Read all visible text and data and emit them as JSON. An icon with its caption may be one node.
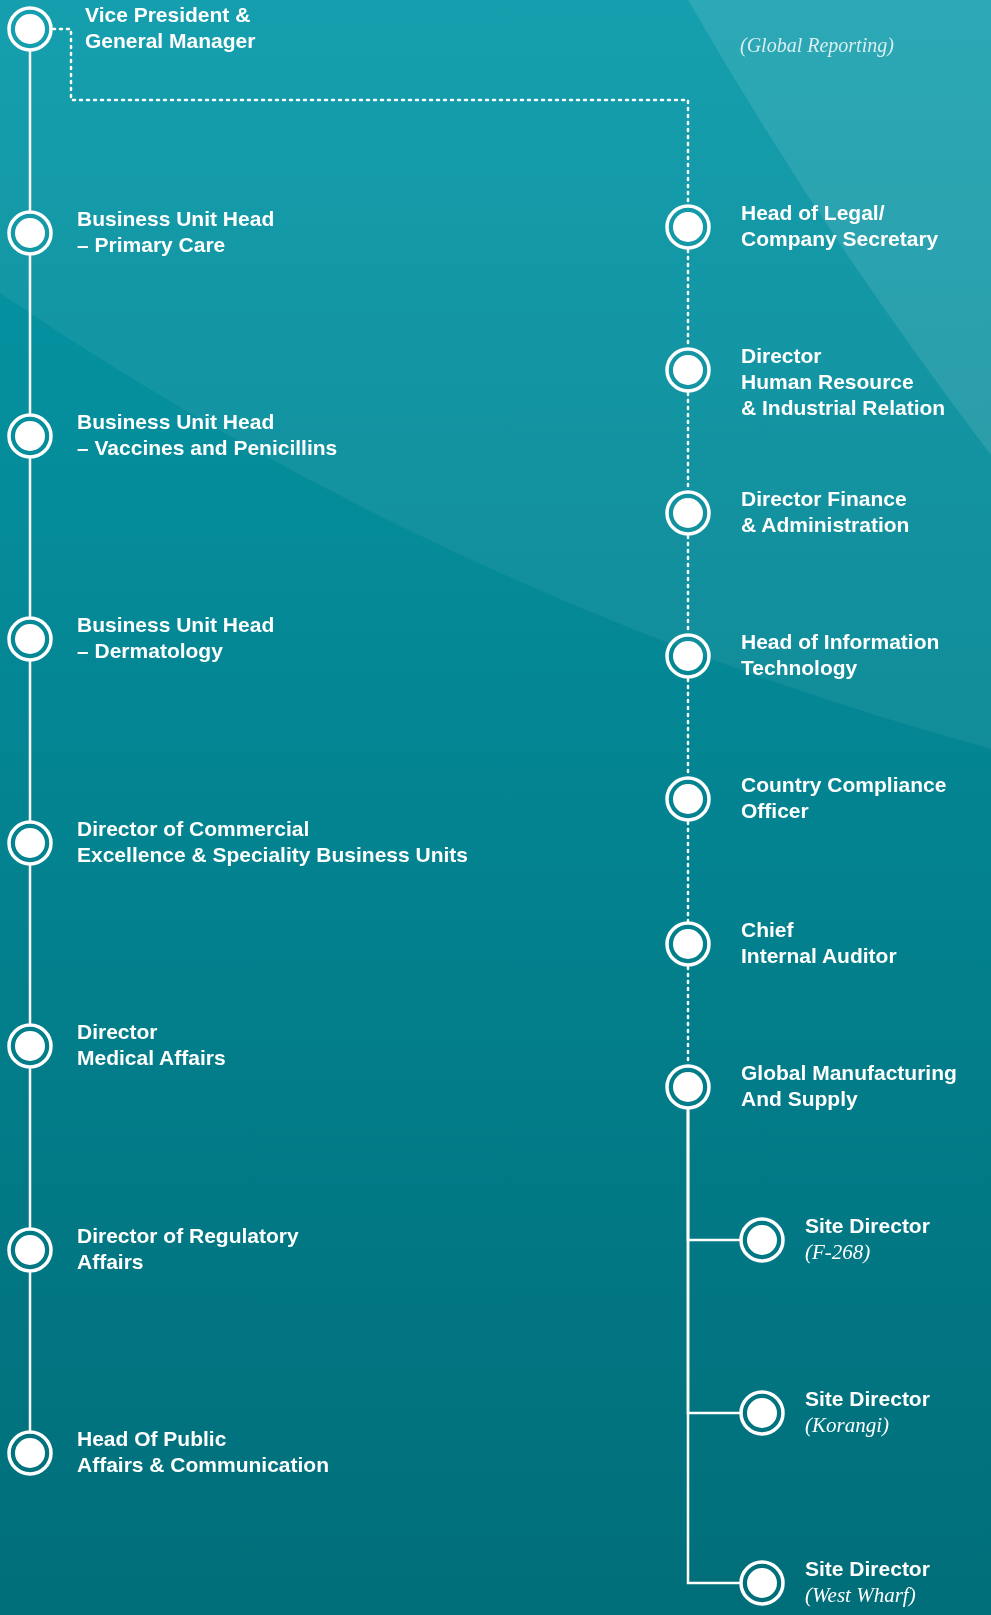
{
  "diagram": {
    "nodes": [
      {
        "text": [
          "Vice President & General Manager"
        ]
      },
      {
        "text": [
          "Business Unit Head – Primary Care"
        ]
      },
      {
        "text": [
          "Business Unit Head – Vaccines and Penicillins"
        ]
      },
      {
        "text": [
          "Business Unit Head – Dermatology"
        ]
      },
      {
        "text": [
          "Director of Commercial Excellence & Speciality Business Units"
        ]
      },
      {
        "text": [
          "Director Medical Affairs"
        ]
      },
      {
        "text": [
          "Director of Regulatory Affairs"
        ]
      },
      {
        "text": [
          "Head Of Public Affairs & Communication"
        ]
      },
      {
        "text": [
          "Head of Legal/ Company Secretary"
        ]
      },
      {
        "text": [
          "Director Human Resource & Industrial Relation"
        ]
      },
      {
        "text": [
          "Director Finance & Administration"
        ]
      },
      {
        "text": [
          "Head of Information Technology"
        ]
      },
      {
        "text": [
          "Country Compliance Officer"
        ]
      },
      {
        "text": [
          "Chief Internal Auditor"
        ]
      },
      {
        "text": [
          "Global Manufacturing And Supply"
        ]
      },
      {
        "text": [
          "Site Director",
          "(F-268)"
        ]
      },
      {
        "text": [
          "Site Director",
          "(Korangi)"
        ]
      },
      {
        "text": [
          "Site Director",
          "(West Wharf)"
        ]
      }
    ],
    "edges": [
      {
        "from": 0,
        "to": 1,
        "arrow": "none"
      },
      {
        "from": 1,
        "to": 2,
        "arrow": "none"
      },
      {
        "from": 2,
        "to": 3,
        "arrow": "none"
      },
      {
        "from": 3,
        "to": 4,
        "arrow": "none"
      },
      {
        "from": 4,
        "to": 5,
        "arrow": "none"
      },
      {
        "from": 5,
        "to": 6,
        "arrow": "none"
      },
      {
        "from": 6,
        "to": 7,
        "arrow": "none"
      },
      {
        "from": 0,
        "to": 8,
        "arrow": "none",
        "style": "dashed"
      },
      {
        "from": 8,
        "to": 9,
        "arrow": "none",
        "style": "dashed"
      },
      {
        "from": 9,
        "to": 10,
        "arrow": "none",
        "style": "dashed"
      },
      {
        "from": 10,
        "to": 11,
        "arrow": "none",
        "style": "dashed"
      },
      {
        "from": 11,
        "to": 12,
        "arrow": "none",
        "style": "dashed"
      },
      {
        "from": 12,
        "to": 13,
        "arrow": "none",
        "style": "dashed"
      },
      {
        "from": 13,
        "to": 14,
        "arrow": "none",
        "style": "dashed"
      },
      {
        "from": 14,
        "to": 15,
        "arrow": "none"
      },
      {
        "from": 14,
        "to": 16,
        "arrow": "none"
      },
      {
        "from": 14,
        "to": 17,
        "arrow": "none"
      }
    ],
    "labels": [
      "(Global Reporting)"
    ]
  }
}
